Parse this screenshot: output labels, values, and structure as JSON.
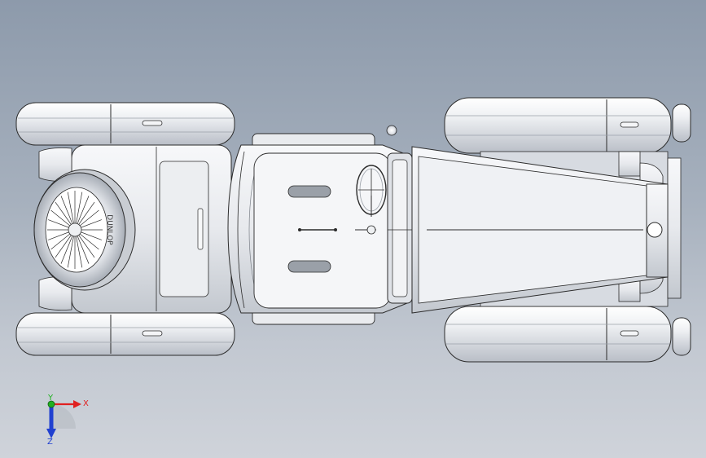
{
  "view": {
    "type": "3d-model-viewport",
    "orientation": "top"
  },
  "colors": {
    "background_top": "#8d9aab",
    "background_bottom": "#cfd3da",
    "model_fill": "#e6e8ec",
    "model_edge": "#2b2b2b",
    "x_axis": "#e02020",
    "y_axis": "#20b020",
    "z_axis": "#2040d0"
  },
  "triad": {
    "x_label": "X",
    "y_label": "Y",
    "z_label": "Z"
  },
  "model": {
    "name": "vintage-roadster",
    "spare_tire_text": "DUNLOP"
  }
}
